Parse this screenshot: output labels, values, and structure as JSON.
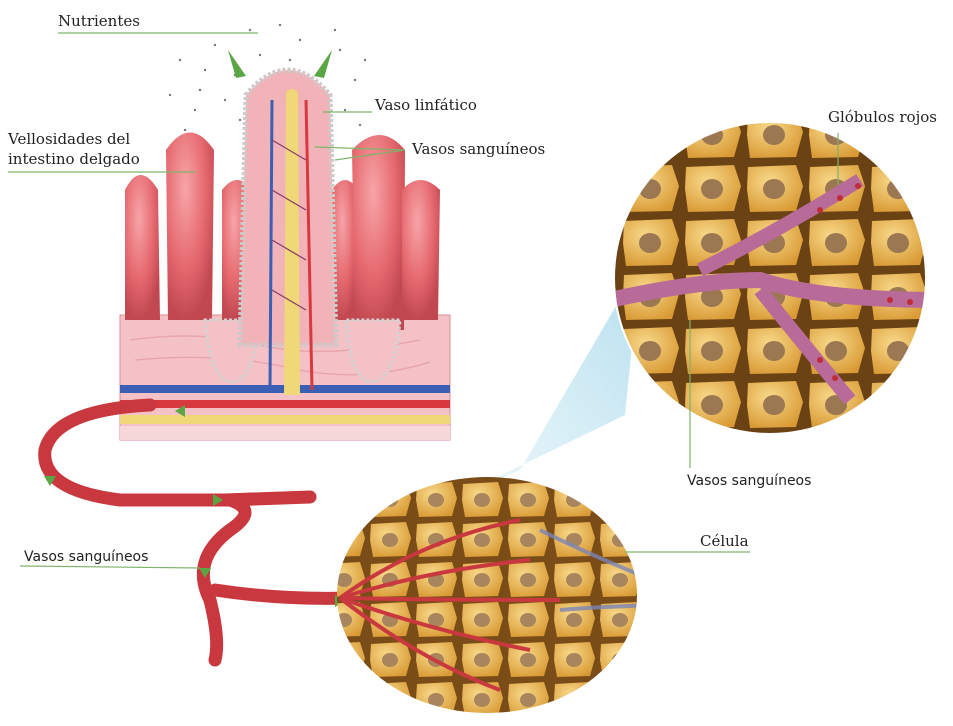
{
  "labels": {
    "nutrientes": "Nutrientes",
    "vaso_linfatico": "Vaso linfático",
    "vellosidades_line1": "Vellosidades del",
    "vellosidades_line2": "intestino delgado",
    "vasos_sanguineos_villus": "Vasos sanguíneos",
    "globulos_rojos": "Glóbulos rojos",
    "vasos_sanguineos_zoom": "Vasos sanguíneos",
    "celula": "Célula",
    "vasos_sanguineos_left": "Vasos sanguíneos"
  },
  "colors": {
    "villus_fill": "#e8777c",
    "villus_dark": "#c44d55",
    "mucosa": "#f2b9bf",
    "vein_blue": "#3a5fb5",
    "artery_red": "#d8393f",
    "lymph_yellow": "#f0d777",
    "cell_fill": "#e9b84f",
    "cell_border": "#8a5a1e",
    "nucleus": "#9a7a55",
    "leader_line": "#6aa84f",
    "beam": "#bfe3f0"
  }
}
